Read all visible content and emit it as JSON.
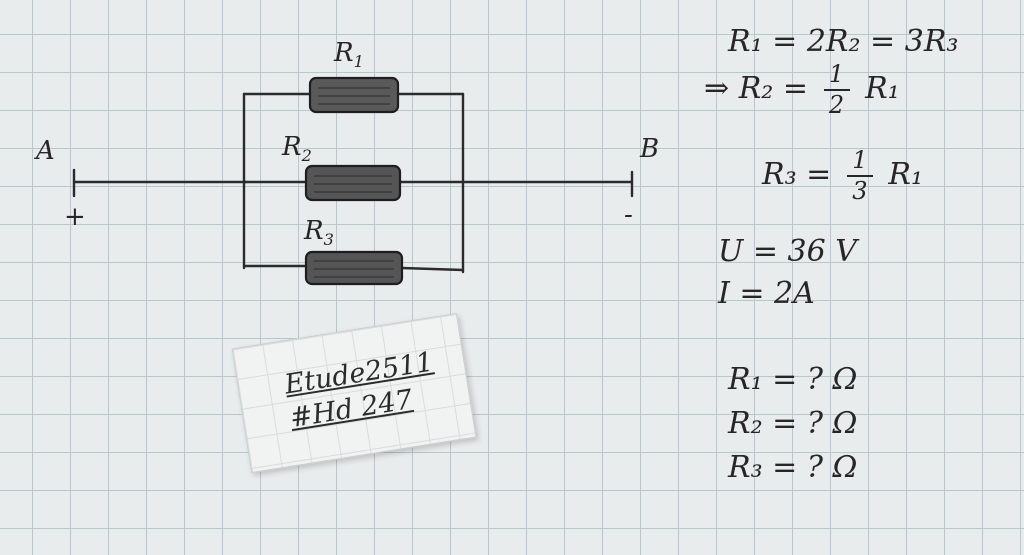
{
  "diagram": {
    "nodes": {
      "a": "A",
      "b": "B"
    },
    "polarity": {
      "plus": "+",
      "minus": "-"
    },
    "resistors": [
      {
        "name": "R",
        "sub": "1"
      },
      {
        "name": "R",
        "sub": "2"
      },
      {
        "name": "R",
        "sub": "3"
      }
    ]
  },
  "note": {
    "line1": "Etude2511",
    "line2": "#Hd 247"
  },
  "equations": {
    "eq1": "R₁ = 2R₂ = 3R₃",
    "arrow": "⇒",
    "r2_lhs": "R₂ =",
    "r2_num": "1",
    "r2_den": "2",
    "r2_rhs": "R₁",
    "r3_lhs": "R₃ =",
    "r3_num": "1",
    "r3_den": "3",
    "r3_rhs": "R₁",
    "voltage": "U = 36 V",
    "current": "I = 2A",
    "q1": "R₁ = ? Ω",
    "q2": "R₂ = ? Ω",
    "q3": "R₃ = ? Ω"
  },
  "colors": {
    "ink": "#262626",
    "grid": "#b9c7cc",
    "paper": "#e9ecec"
  }
}
